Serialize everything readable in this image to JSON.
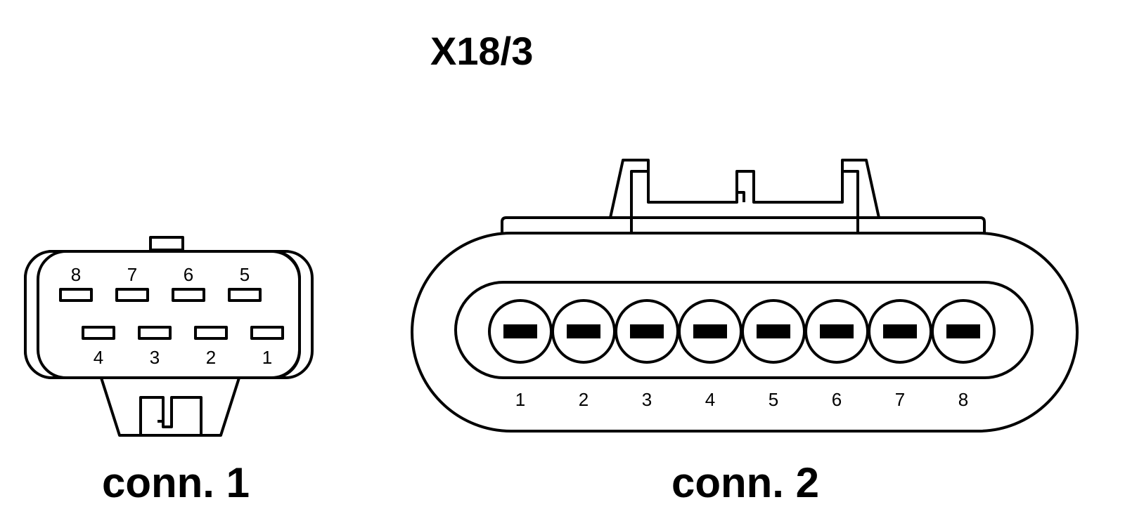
{
  "diagram_title": "X18/3",
  "connectors": [
    {
      "label": "conn. 1",
      "pins_top_row": [
        "8",
        "7",
        "6",
        "5"
      ],
      "pins_bottom_row": [
        "4",
        "3",
        "2",
        "1"
      ]
    },
    {
      "label": "conn. 2",
      "pins": [
        "1",
        "2",
        "3",
        "4",
        "5",
        "6",
        "7",
        "8"
      ]
    }
  ],
  "colors": {
    "line": "#000000",
    "background": "#ffffff"
  }
}
